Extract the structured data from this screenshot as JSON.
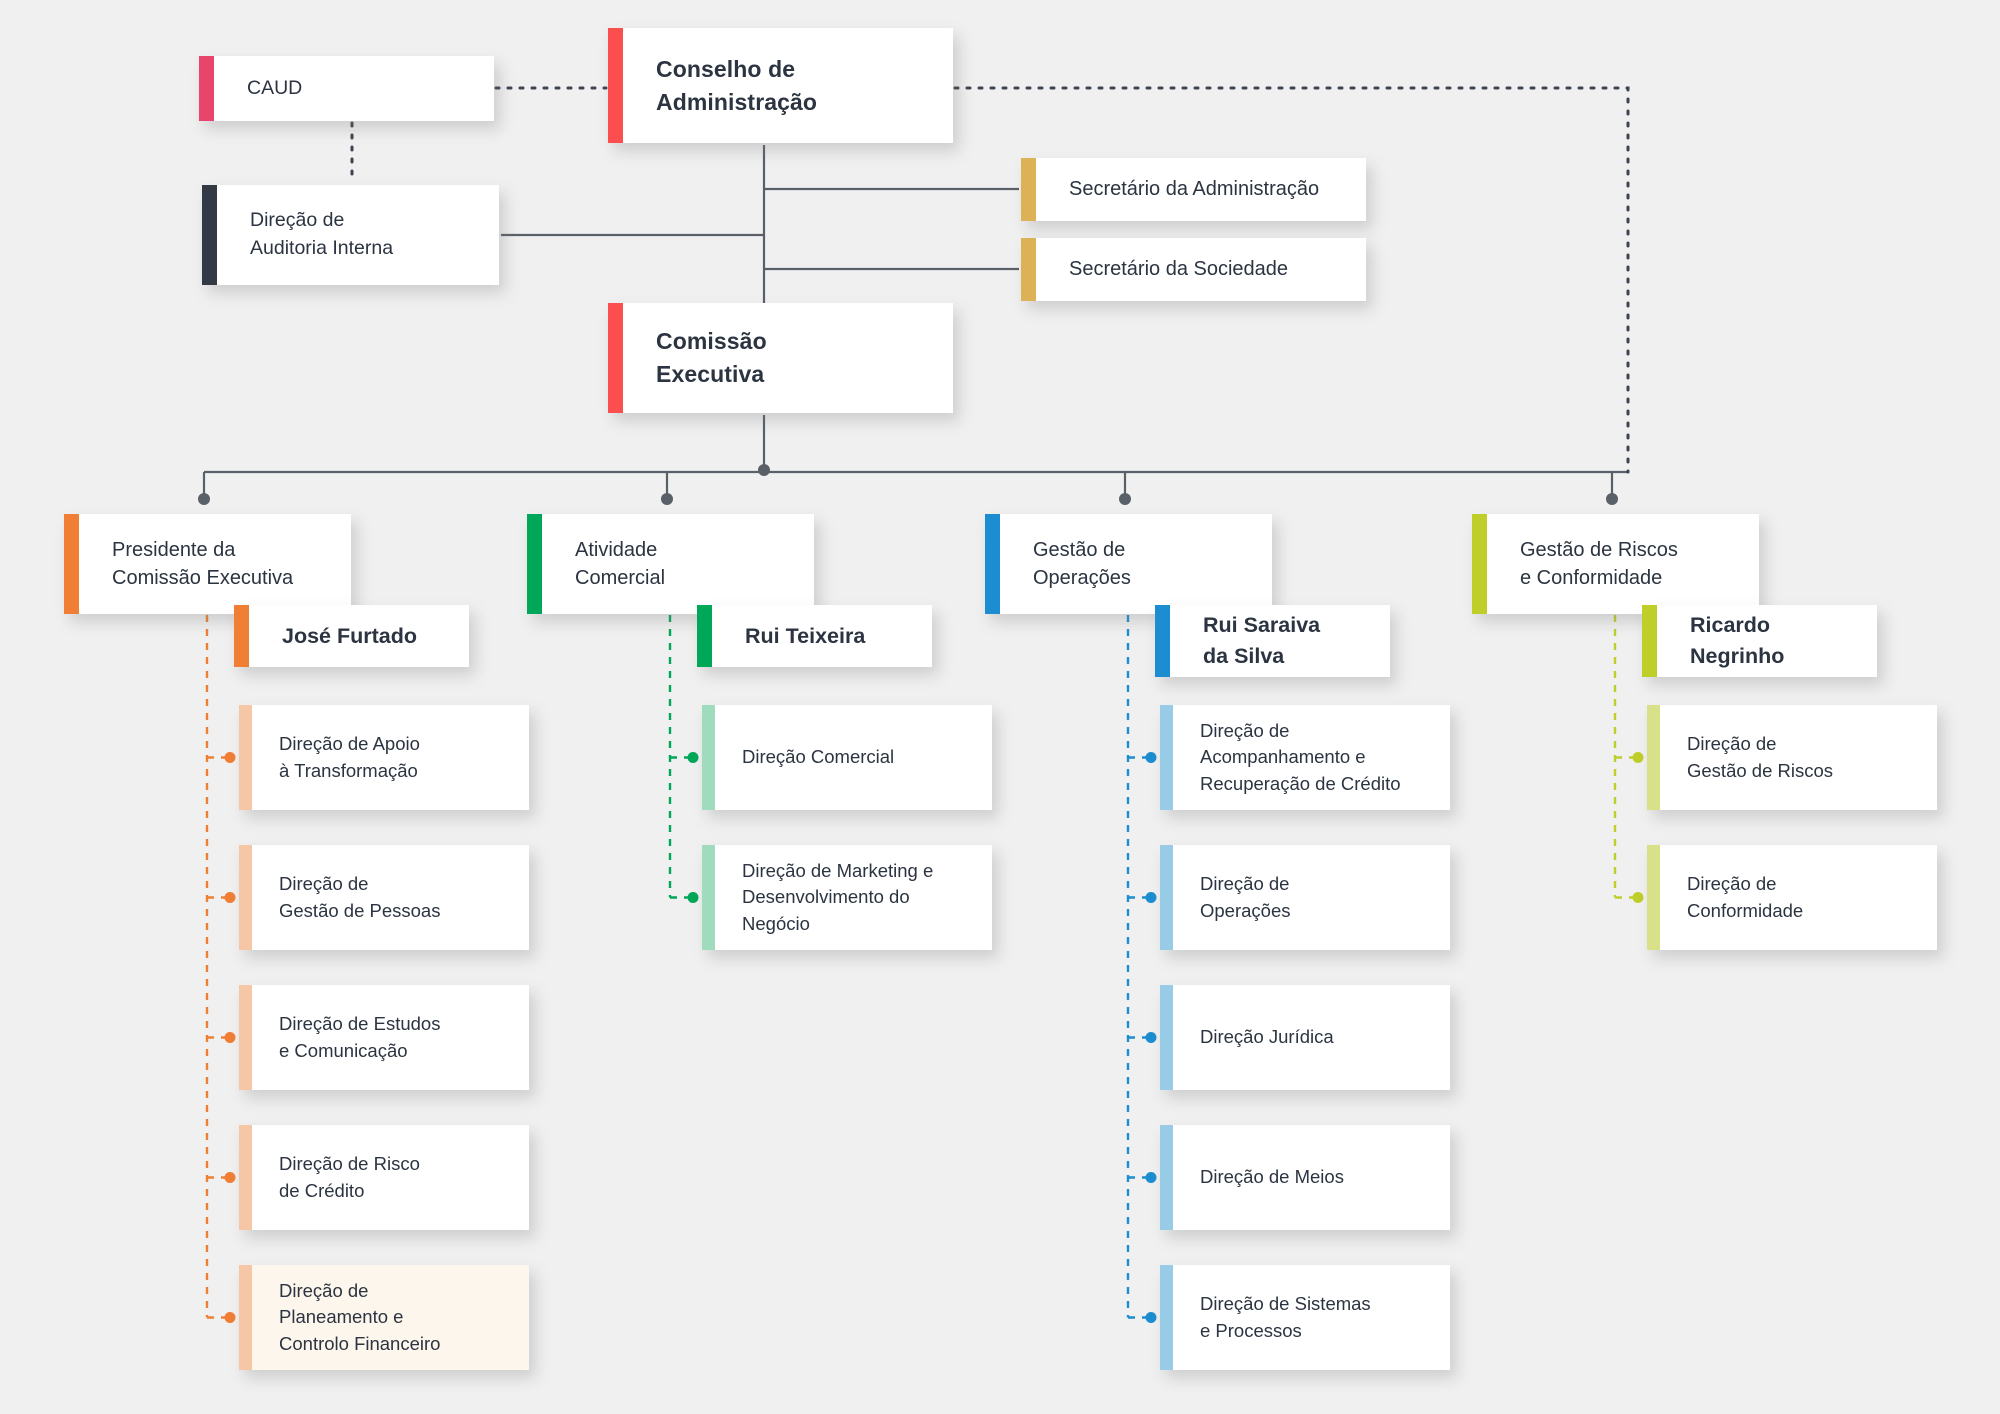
{
  "palette": {
    "background": "#f0f0f0",
    "text": "#2b3440",
    "red": "#fb4f4f",
    "pink": "#e8456c",
    "dark": "#333a45",
    "gold": "#e0b košt",
    "gold_fix": "#ddb257",
    "orange": "#f07f35",
    "orange_light": "#f6c7a6",
    "green": "#00a758",
    "green_light": "#9fdcbd",
    "blue": "#1b8dd0",
    "blue_light": "#97cbe6",
    "olive": "#c0ce2a",
    "olive_light": "#d8e08a",
    "cream": "#fdf6ec",
    "line": "#5a6068"
  },
  "top": {
    "caud": {
      "label": "CAUD",
      "accent": "#e8456c"
    },
    "board": {
      "label": "Conselho de\nAdministração",
      "accent": "#fb4f4f"
    },
    "audit": {
      "label": "Direção de\nAuditoria Interna",
      "accent": "#333a45"
    },
    "secretaries": [
      {
        "label": "Secretário da Administração",
        "accent": "#ddb257"
      },
      {
        "label": "Secretário da Sociedade",
        "accent": "#ddb257"
      }
    ],
    "executive": {
      "label": "Comissão\nExecutiva",
      "accent": "#fb4f4f"
    }
  },
  "columns": [
    {
      "header": "Presidente da\nComissão Executiva",
      "accent": "#f07f35",
      "accent_light": "#f6c7a6",
      "person": "José Furtado",
      "items": [
        {
          "label": "Direção de Apoio\nà Transformação",
          "highlight": false
        },
        {
          "label": "Direção de\nGestão de Pessoas",
          "highlight": false
        },
        {
          "label": "Direção de Estudos\ne Comunicação",
          "highlight": false
        },
        {
          "label": "Direção de Risco\nde Crédito",
          "highlight": false
        },
        {
          "label": "Direção de\nPlaneamento e\nControlo Financeiro",
          "highlight": true
        }
      ]
    },
    {
      "header": "Atividade\nComercial",
      "accent": "#00a758",
      "accent_light": "#9fdcbd",
      "person": "Rui Teixeira",
      "items": [
        {
          "label": "Direção Comercial",
          "highlight": false
        },
        {
          "label": "Direção de Marketing e\nDesenvolvimento do\nNegócio",
          "highlight": false
        }
      ]
    },
    {
      "header": "Gestão de\nOperações",
      "accent": "#1b8dd0",
      "accent_light": "#97cbe6",
      "person": "Rui Saraiva\nda Silva",
      "items": [
        {
          "label": "Direção de\nAcompanhamento e\nRecuperação de Crédito",
          "highlight": false
        },
        {
          "label": "Direção de\nOperações",
          "highlight": false
        },
        {
          "label": "Direção Jurídica",
          "highlight": false
        },
        {
          "label": "Direção de Meios",
          "highlight": false
        },
        {
          "label": "Direção de Sistemas\ne Processos",
          "highlight": false
        }
      ]
    },
    {
      "header": "Gestão de Riscos\ne Conformidade",
      "accent": "#c0ce2a",
      "accent_light": "#d8e08a",
      "person": "Ricardo\nNegrinho",
      "items": [
        {
          "label": "Direção de\nGestão de Riscos",
          "highlight": false
        },
        {
          "label": "Direção de\nConformidade",
          "highlight": false
        }
      ]
    }
  ]
}
